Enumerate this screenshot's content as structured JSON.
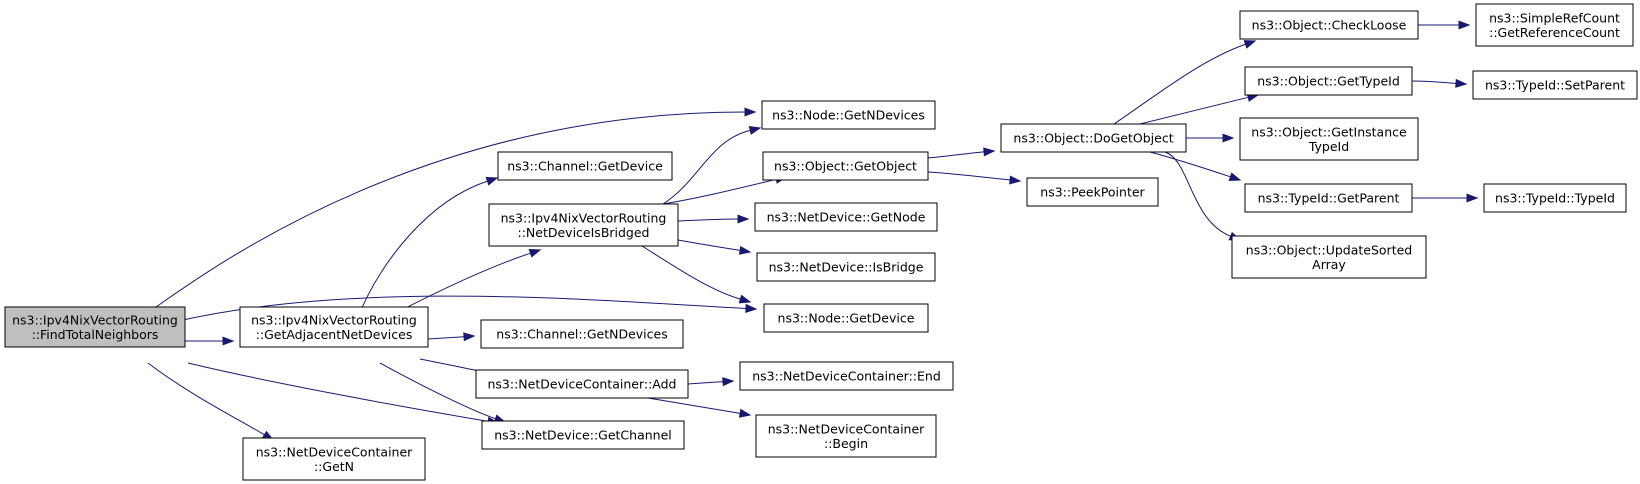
{
  "nodes": [
    {
      "id": "root",
      "lines": [
        "ns3::Ipv4NixVectorRouting",
        "::FindTotalNeighbors"
      ],
      "highlight": true
    },
    {
      "id": "getadj",
      "lines": [
        "ns3::Ipv4NixVectorRouting",
        "::GetAdjacentNetDevices"
      ]
    },
    {
      "id": "ncgetn",
      "lines": [
        "ns3::NetDeviceContainer",
        "::GetN"
      ]
    },
    {
      "id": "chgetdev",
      "lines": [
        "ns3::Channel::GetDevice"
      ]
    },
    {
      "id": "isbridged",
      "lines": [
        "ns3::Ipv4NixVectorRouting",
        "::NetDeviceIsBridged"
      ]
    },
    {
      "id": "chgetn",
      "lines": [
        "ns3::Channel::GetNDevices"
      ]
    },
    {
      "id": "ncadd",
      "lines": [
        "ns3::NetDeviceContainer::Add"
      ]
    },
    {
      "id": "ndgetch",
      "lines": [
        "ns3::NetDevice::GetChannel"
      ]
    },
    {
      "id": "nodegetn",
      "lines": [
        "ns3::Node::GetNDevices"
      ]
    },
    {
      "id": "objgetobj",
      "lines": [
        "ns3::Object::GetObject"
      ]
    },
    {
      "id": "ndgetnode",
      "lines": [
        "ns3::NetDevice::GetNode"
      ]
    },
    {
      "id": "ndisbridge",
      "lines": [
        "ns3::NetDevice::IsBridge"
      ]
    },
    {
      "id": "nodegetdev",
      "lines": [
        "ns3::Node::GetDevice"
      ]
    },
    {
      "id": "ncend",
      "lines": [
        "ns3::NetDeviceContainer::End"
      ]
    },
    {
      "id": "ncbegin",
      "lines": [
        "ns3::NetDeviceContainer",
        "::Begin"
      ]
    },
    {
      "id": "dogetobj",
      "lines": [
        "ns3::Object::DoGetObject"
      ]
    },
    {
      "id": "peek",
      "lines": [
        "ns3::PeekPointer"
      ]
    },
    {
      "id": "checkloose",
      "lines": [
        "ns3::Object::CheckLoose"
      ]
    },
    {
      "id": "gettypeid",
      "lines": [
        "ns3::Object::GetTypeId"
      ]
    },
    {
      "id": "getinst",
      "lines": [
        "ns3::Object::GetInstance",
        "TypeId"
      ]
    },
    {
      "id": "getparent",
      "lines": [
        "ns3::TypeId::GetParent"
      ]
    },
    {
      "id": "updsorted",
      "lines": [
        "ns3::Object::UpdateSorted",
        "Array"
      ]
    },
    {
      "id": "refcount",
      "lines": [
        "ns3::SimpleRefCount",
        "::GetReferenceCount"
      ]
    },
    {
      "id": "setparent",
      "lines": [
        "ns3::TypeId::SetParent"
      ]
    },
    {
      "id": "typeid",
      "lines": [
        "ns3::TypeId::TypeId"
      ]
    }
  ],
  "edges": [
    {
      "from": "root",
      "to": "nodegetn"
    },
    {
      "from": "root",
      "to": "nodegetdev"
    },
    {
      "from": "root",
      "to": "getadj"
    },
    {
      "from": "root",
      "to": "ndgetch"
    },
    {
      "from": "root",
      "to": "ncgetn"
    },
    {
      "from": "getadj",
      "to": "chgetdev"
    },
    {
      "from": "getadj",
      "to": "isbridged"
    },
    {
      "from": "getadj",
      "to": "chgetn"
    },
    {
      "from": "getadj",
      "to": "ncadd"
    },
    {
      "from": "getadj",
      "to": "ndgetch"
    },
    {
      "from": "isbridged",
      "to": "nodegetn"
    },
    {
      "from": "isbridged",
      "to": "objgetobj"
    },
    {
      "from": "isbridged",
      "to": "ndgetnode"
    },
    {
      "from": "isbridged",
      "to": "ndisbridge"
    },
    {
      "from": "isbridged",
      "to": "nodegetdev"
    },
    {
      "from": "ncadd",
      "to": "ncend"
    },
    {
      "from": "ncadd",
      "to": "ncbegin"
    },
    {
      "from": "objgetobj",
      "to": "dogetobj"
    },
    {
      "from": "objgetobj",
      "to": "peek"
    },
    {
      "from": "dogetobj",
      "to": "checkloose"
    },
    {
      "from": "dogetobj",
      "to": "gettypeid"
    },
    {
      "from": "dogetobj",
      "to": "getinst"
    },
    {
      "from": "dogetobj",
      "to": "getparent"
    },
    {
      "from": "dogetobj",
      "to": "updsorted"
    },
    {
      "from": "checkloose",
      "to": "refcount"
    },
    {
      "from": "gettypeid",
      "to": "setparent"
    },
    {
      "from": "getparent",
      "to": "typeid"
    }
  ]
}
